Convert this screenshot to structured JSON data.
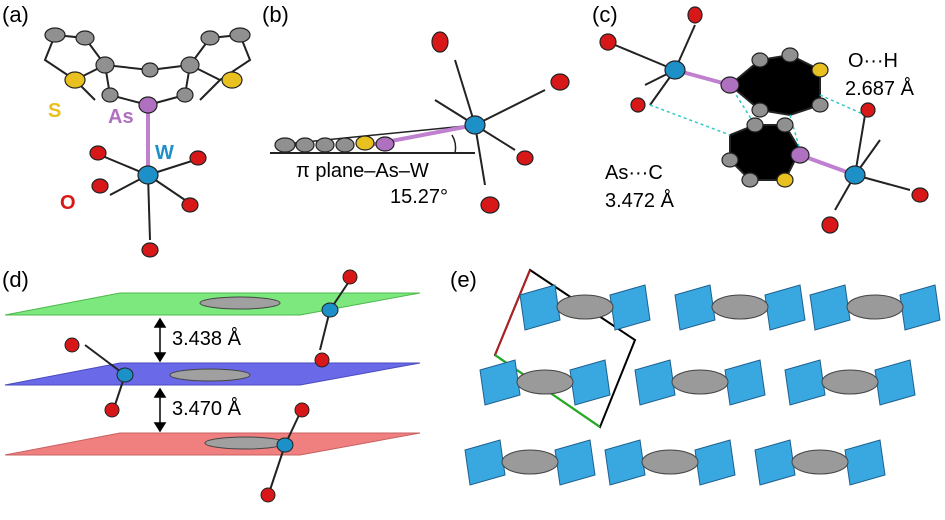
{
  "panels": {
    "a": {
      "label": "(a)",
      "atoms": {
        "s": "S",
        "as": "As",
        "w": "W",
        "o": "O"
      }
    },
    "b": {
      "label": "(b)",
      "angle_label": "π plane–As–W",
      "angle_value": "15.27°"
    },
    "c": {
      "label": "(c)",
      "oh_label": "O···H",
      "oh_value": "2.687 Å",
      "asc_label": "As···C",
      "asc_value": "3.472 Å"
    },
    "d": {
      "label": "(d)",
      "distance_1": "3.438 Å",
      "distance_2": "3.470 Å"
    },
    "e": {
      "label": "(e)"
    }
  },
  "colors": {
    "sulfur": "#e8c020",
    "arsenic": "#b070c0",
    "tungsten": "#1e90c8",
    "oxygen": "#d81818",
    "carbon": "#707070",
    "plane_green": "#7de87d",
    "plane_blue": "#6a6ae8",
    "plane_red": "#f08080",
    "polyhedron": "#3aa8e0"
  }
}
